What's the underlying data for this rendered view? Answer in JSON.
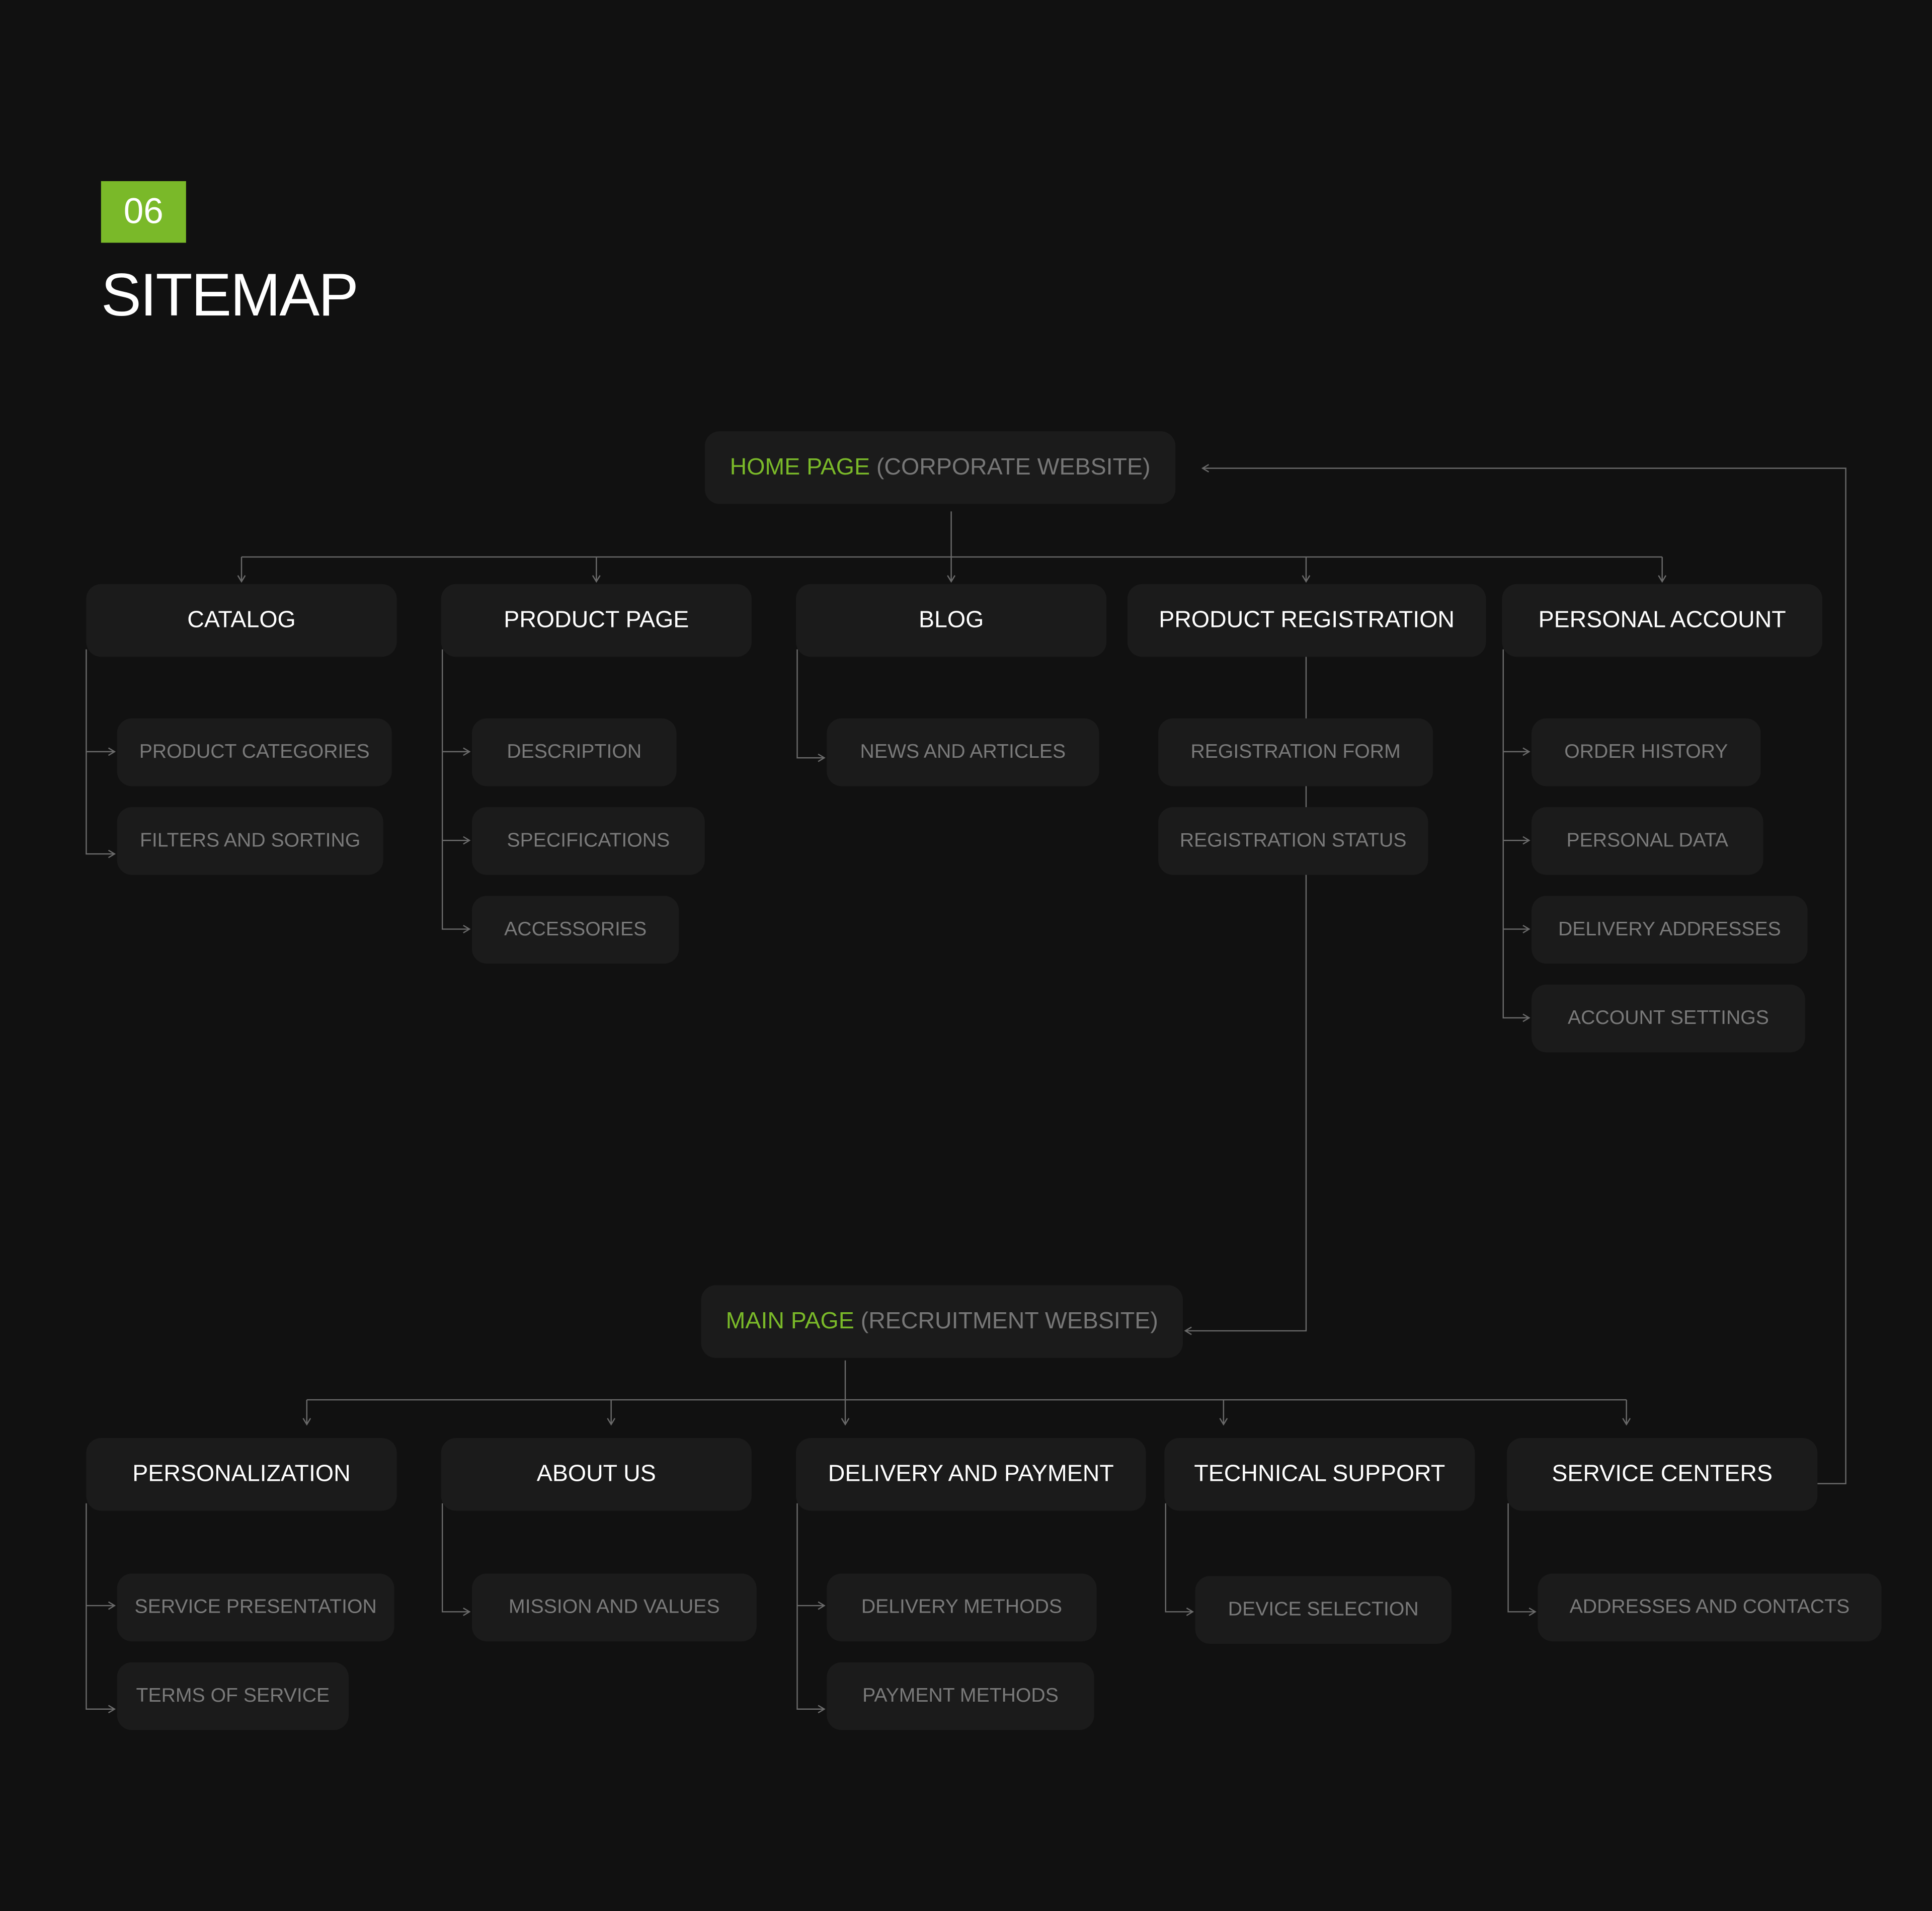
{
  "header": {
    "section_number": "06",
    "title": "SITEMAP"
  },
  "corporate": {
    "root": {
      "name": "HOME PAGE",
      "note": "(CORPORATE WEBSITE)"
    },
    "sections": [
      {
        "label": "CATALOG",
        "children": [
          "PRODUCT CATEGORIES",
          "FILTERS AND SORTING"
        ]
      },
      {
        "label": "PRODUCT PAGE",
        "children": [
          "DESCRIPTION",
          "SPECIFICATIONS",
          "ACCESSORIES"
        ]
      },
      {
        "label": "BLOG",
        "children": [
          "NEWS AND ARTICLES"
        ]
      },
      {
        "label": "PRODUCT REGISTRATION",
        "children": [
          "REGISTRATION FORM",
          "REGISTRATION STATUS"
        ]
      },
      {
        "label": "PERSONAL ACCOUNT",
        "children": [
          "ORDER HISTORY",
          "PERSONAL DATA",
          "DELIVERY ADDRESSES",
          "ACCOUNT SETTINGS"
        ]
      }
    ]
  },
  "recruitment": {
    "root": {
      "name": "MAIN PAGE",
      "note": "(RECRUITMENT WEBSITE)"
    },
    "sections": [
      {
        "label": "PERSONALIZATION",
        "children": [
          "SERVICE PRESENTATION",
          "TERMS OF SERVICE"
        ]
      },
      {
        "label": "ABOUT US",
        "children": [
          "MISSION AND VALUES"
        ]
      },
      {
        "label": "DELIVERY AND PAYMENT",
        "children": [
          "DELIVERY METHODS",
          "PAYMENT METHODS"
        ]
      },
      {
        "label": "TECHNICAL SUPPORT",
        "children": [
          "DEVICE SELECTION"
        ]
      },
      {
        "label": "SERVICE CENTERS",
        "children": [
          "ADDRESSES AND CONTACTS"
        ]
      }
    ]
  },
  "colors": {
    "background": "#111111",
    "box": "#1b1b1b",
    "accent": "#7ab929",
    "muted_text": "#777777",
    "connector": "#6a6a6a"
  }
}
